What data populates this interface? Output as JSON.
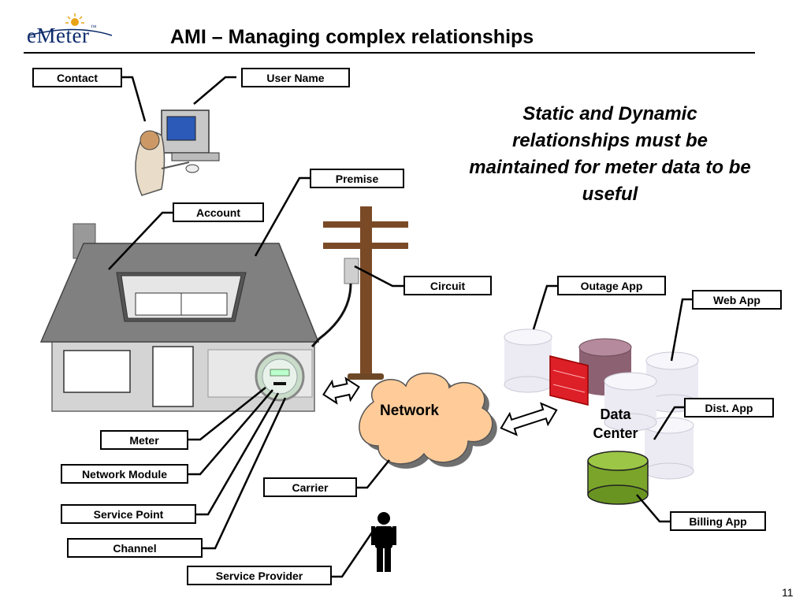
{
  "header": {
    "logo_text": "eMeter",
    "logo_tm": "™",
    "title": "AMI – Managing complex relationships"
  },
  "callout": {
    "text": "Static and Dynamic relationships must be maintained for meter data to be useful"
  },
  "labels": {
    "contact": "Contact",
    "user_name": "User Name",
    "premise": "Premise",
    "account": "Account",
    "circuit": "Circuit",
    "outage_app": "Outage App",
    "web_app": "Web App",
    "dist_app": "Dist.  App",
    "billing_app": "Billing App",
    "meter": "Meter",
    "network_module": "Network Module",
    "service_point": "Service Point",
    "channel": "Channel",
    "carrier": "Carrier",
    "service_provider": "Service Provider"
  },
  "network": {
    "label": "Network"
  },
  "data_center": {
    "line1": "Data",
    "line2": "Center"
  },
  "page_number": "11",
  "colors": {
    "roof": "#808080",
    "house_wall": "#d4d4d4",
    "pole": "#7a4a26",
    "cloud": "#ffcc99",
    "billing_db": "#7aa52a",
    "firewall": "#dd1f28",
    "logo": "#0b2a6b"
  }
}
